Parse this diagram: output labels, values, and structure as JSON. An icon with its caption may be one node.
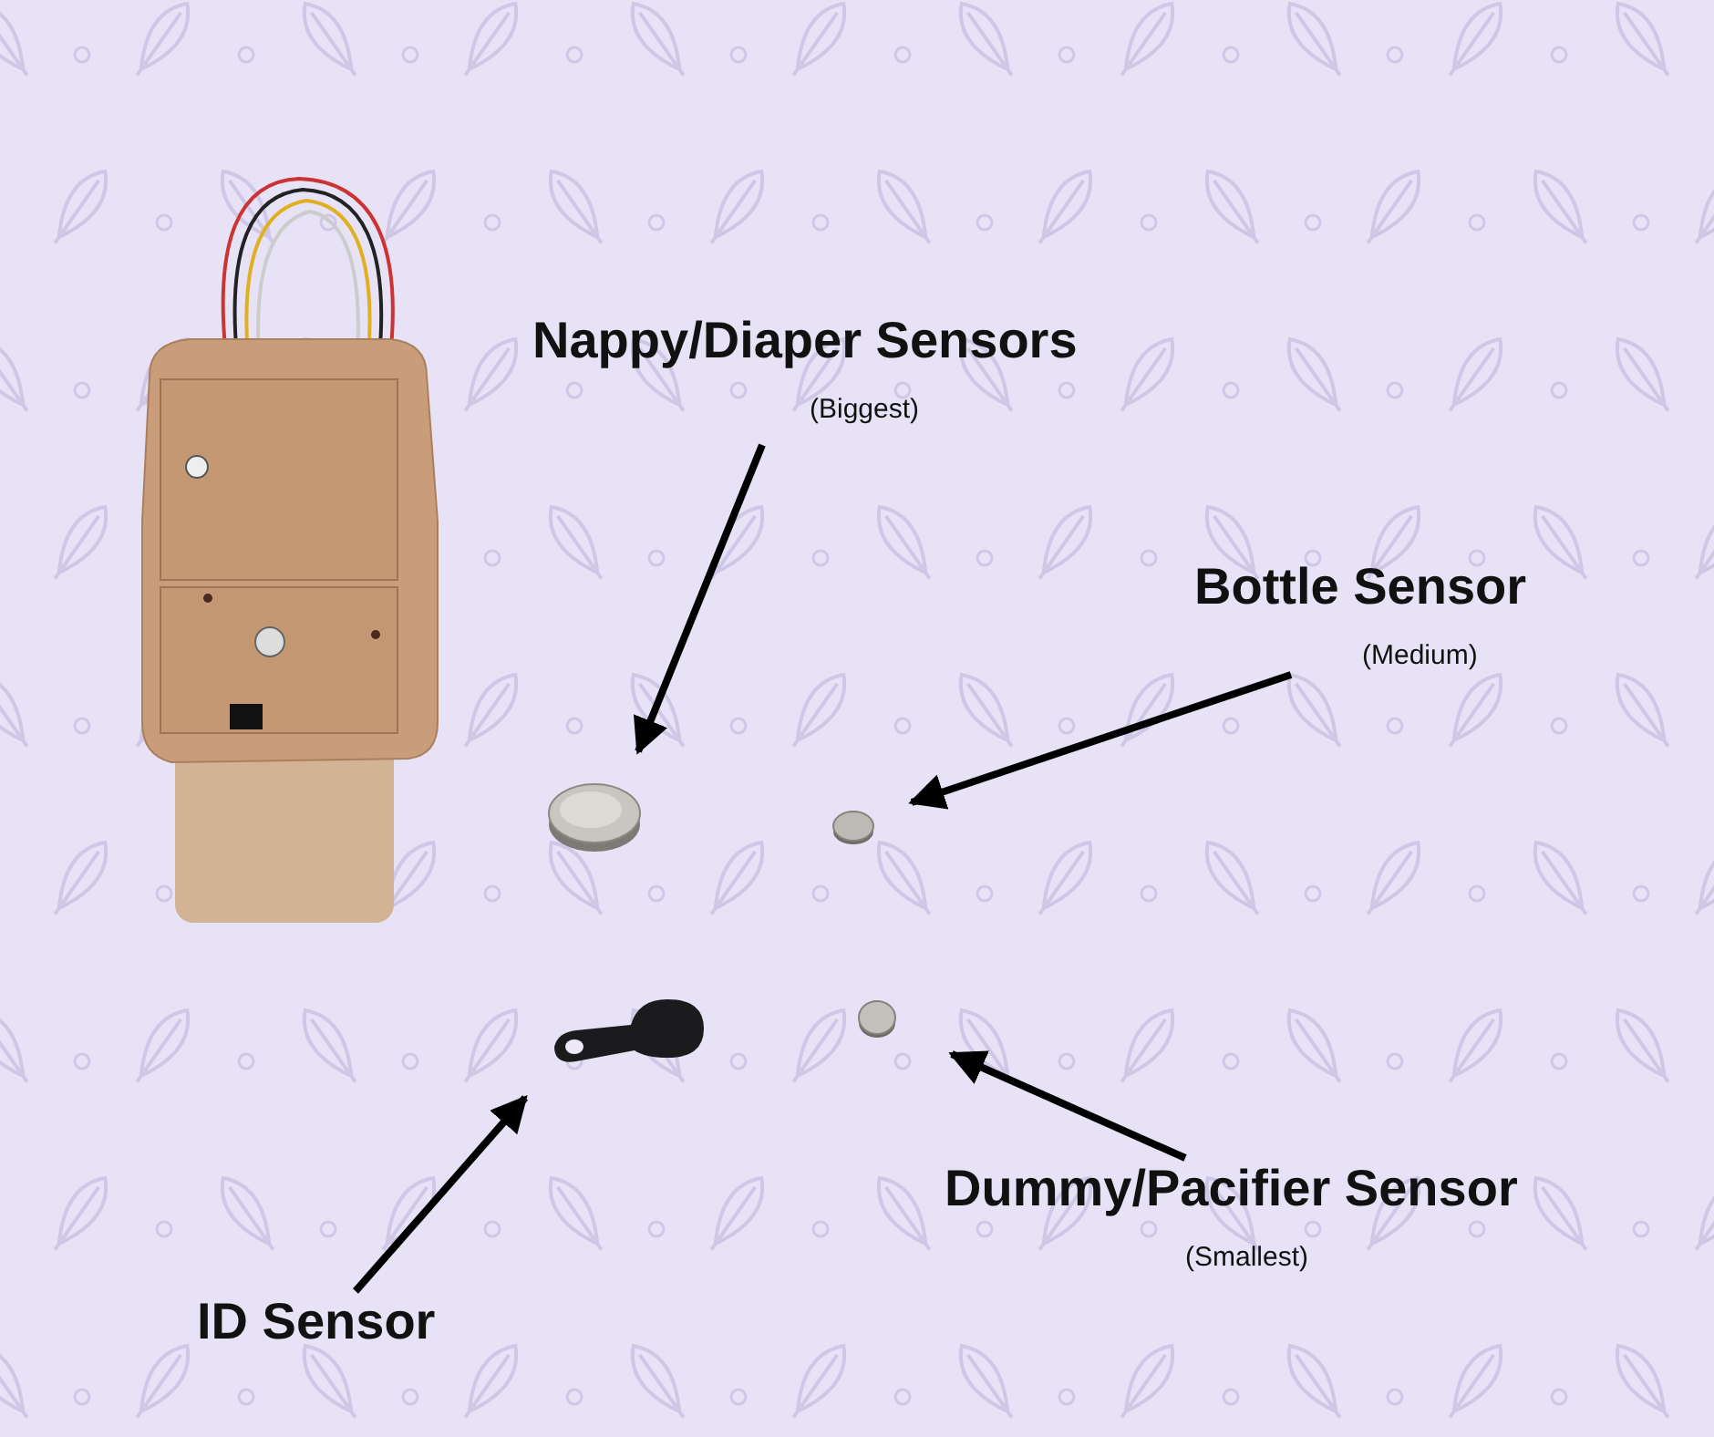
{
  "diagram": {
    "nodes": [
      {
        "text": [
          "Nappy/Diaper Sensors",
          "(Biggest)"
        ]
      },
      {
        "text": [],
        "shape": "picture"
      },
      {
        "text": [
          "Bottle Sensor",
          "(Medium)"
        ]
      },
      {
        "text": [],
        "shape": "picture"
      },
      {
        "text": [],
        "shape": "picture"
      },
      {
        "text": [],
        "shape": "picture"
      },
      {
        "text": [
          "Dummy/Pacifier Sensor",
          "(Smallest)"
        ]
      },
      {
        "text": [
          "ID Sensor"
        ]
      }
    ],
    "edges": [
      {
        "from": 0,
        "to": 1,
        "arrow": "to"
      },
      {
        "from": 2,
        "to": 3,
        "arrow": "to"
      },
      {
        "from": 6,
        "to": 5,
        "arrow": "to"
      },
      {
        "from": 7,
        "to": 4,
        "arrow": "to"
      }
    ]
  }
}
